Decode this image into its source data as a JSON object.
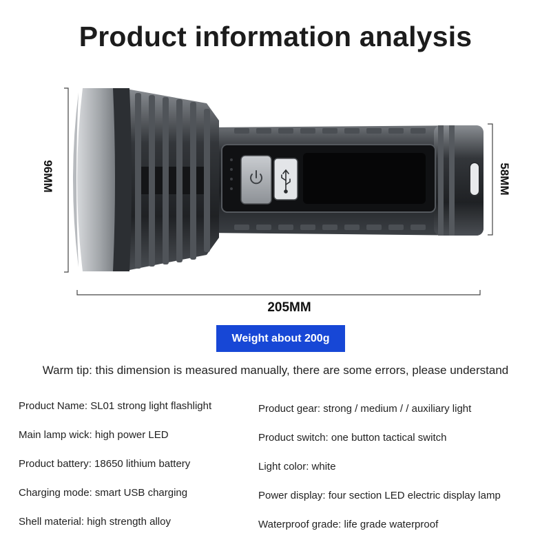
{
  "title": "Product information analysis",
  "dimensions": {
    "height_left": "96MM",
    "height_right": "58MM",
    "length": "205MM"
  },
  "weight_badge": "Weight about 200g",
  "weight_badge_color": "#1747d6",
  "warm_tip": "Warm tip: this dimension is measured manually, there are some errors, please understand",
  "specs_left": [
    "Product Name: SL01 strong light flashlight",
    "Main lamp wick: high power LED",
    "Product battery: 18650 lithium battery",
    "Charging mode: smart USB charging",
    "Shell material: high strength alloy"
  ],
  "specs_right": [
    "Product gear: strong / medium / / auxiliary light",
    "Product switch: one button tactical switch",
    "Light color: white",
    "Power display: four section LED electric display lamp",
    "Waterproof grade: life grade waterproof"
  ],
  "icons": {
    "switch": "power-icon",
    "charging_port": "usb-icon"
  }
}
